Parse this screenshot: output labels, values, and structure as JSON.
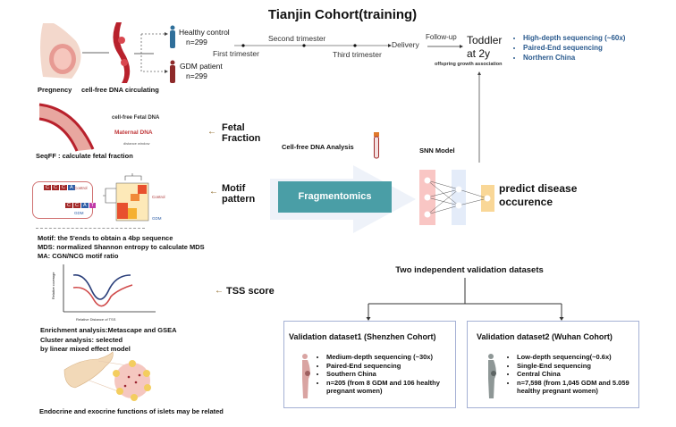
{
  "title": "Tianjin Cohort(training)",
  "top": {
    "pregnancy_label": "Pregnency",
    "cfdna_label": "cell-free DNA circulating",
    "healthy": {
      "label": "Healthy control",
      "n": "n=299"
    },
    "gdm": {
      "label": "GDM patient",
      "n": "n=299"
    },
    "timeline": {
      "first": "First trimester",
      "second": "Second trimester",
      "third": "Third trimester",
      "delivery": "Delivery",
      "followup": "Follow-up",
      "toddler1": "Toddler",
      "toddler2": "at 2y",
      "offspring": "offspring growth association"
    },
    "bullets": [
      "High-depth sequencing (~60x)",
      "Paired-End sequencing",
      "Northern China"
    ]
  },
  "seqff": {
    "legend_fetal": "cell-free Fetal DNA",
    "legend_maternal": "Maternal DNA",
    "legend_window": "distance window",
    "caption": "SeqFF : calculate fetal fraction",
    "arrow_label1": "Fetal",
    "arrow_label2": "Fraction"
  },
  "motif": {
    "seq1": [
      "C",
      "C",
      "C",
      "A"
    ],
    "seq2": [
      "C",
      "C",
      "A",
      "T"
    ],
    "control": "Control",
    "gdm": "GDM",
    "arrow_label1": "Motif",
    "arrow_label2": "pattern",
    "notes": [
      "Motif: the 5'ends to obtain a 4bp sequence",
      "MDS: normalized Shannon entropy to calculate MDS",
      "MA: CGN/NCG motif ratio"
    ]
  },
  "tss": {
    "ylabel": "Relative coverage",
    "xlabel": "Relative Distance of TSS",
    "arrow_label": "TSS score",
    "notes": [
      "Enrichment analysis:Metascape and GSEA",
      "Cluster analysis: selected",
      "by linear mixed effect model"
    ],
    "islet_caption": "Endocrine and exocrine functions of islets may be related"
  },
  "center": {
    "cfdna_analysis": "Cell-free DNA Analysis",
    "fragmentomics": "Fragmentomics",
    "snn": "SNN Model",
    "predict1": "predict disease",
    "predict2": "occurence"
  },
  "validation": {
    "heading": "Two independent validation datasets",
    "datasets": [
      {
        "title": "Validation dataset1 (Shenzhen Cohort)",
        "bullets": [
          "Medium-depth sequencing (~30x)",
          "Paired-End sequencing",
          "Southern China",
          "n=205 (from 8 GDM and 106 healthy pregnant women)"
        ]
      },
      {
        "title": "Validation dataset2 (Wuhan Cohort)",
        "bullets": [
          "Low-depth sequencing(~0.6x)",
          "Single-End sequencing",
          "Central China",
          "n=7,598 (from 1,045 GDM and 5.059 healthy pregnant women)"
        ]
      }
    ]
  },
  "colors": {
    "teal": "#4a9ea6",
    "blue_text": "#2a5a8e",
    "arrow_brown": "#8a6420",
    "maternal_red": "#c0393b"
  }
}
